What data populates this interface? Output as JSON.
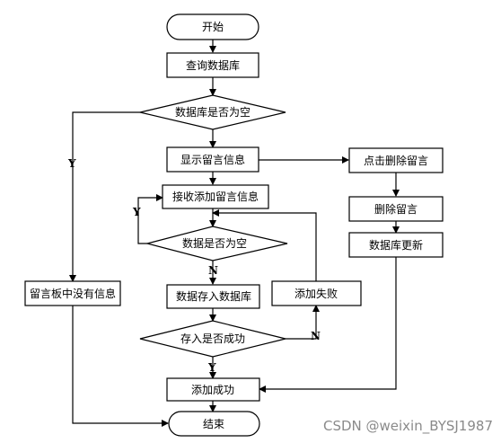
{
  "nodes": {
    "start": "开始",
    "query_db": "查询数据库",
    "db_empty": "数据库是否为空",
    "show_msgs": "显示留言信息",
    "click_delete": "点击删除留言",
    "delete_msg": "删除留言",
    "db_update": "数据库更新",
    "receive_add": "接收添加留言信息",
    "data_empty": "数据是否为空",
    "save_db": "数据存入数据库",
    "add_fail": "添加失败",
    "save_success": "存入是否成功",
    "add_success": "添加成功",
    "no_info": "留言板中没有信息",
    "end": "结束"
  },
  "edge_labels": {
    "db_empty_yes": "Y",
    "data_empty_yes": "Y",
    "data_empty_no": "N",
    "save_success_no": "N",
    "save_success_yes": "Y"
  },
  "watermark": "CSDN @weixin_BYSJ1987"
}
